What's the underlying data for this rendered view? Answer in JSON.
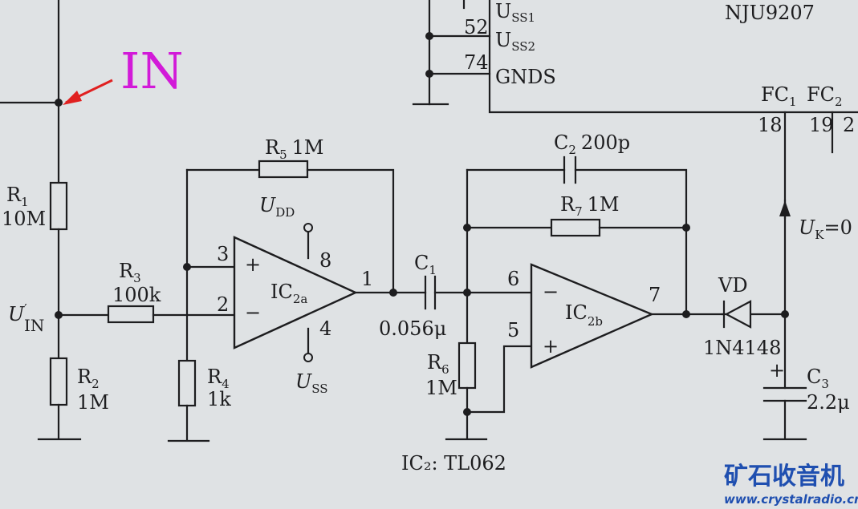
{
  "annotation": {
    "label": "IN",
    "color": "#d21ad8",
    "arrow_color": "#e02020"
  },
  "chip": {
    "name": "NJU9207",
    "pins": [
      {
        "num": "",
        "label": "U",
        "sub": "SS1"
      },
      {
        "num": "52",
        "label": "U",
        "sub": "SS2"
      },
      {
        "num": "74",
        "label": "GNDS",
        "sub": ""
      }
    ],
    "fc1": {
      "label": "FC",
      "sub": "1",
      "num": "18"
    },
    "fc2": {
      "label": "FC",
      "sub": "2",
      "num": "19"
    },
    "fc3_num": "2"
  },
  "components": {
    "r1": {
      "name": "R",
      "sub": "1",
      "value": "10M"
    },
    "r2": {
      "name": "R",
      "sub": "2",
      "value": "1M"
    },
    "r3": {
      "name": "R",
      "sub": "3",
      "value": "100k"
    },
    "r4": {
      "name": "R",
      "sub": "4",
      "value": "1k"
    },
    "r5": {
      "name": "R",
      "sub": "5",
      "value": "1M"
    },
    "r6": {
      "name": "R",
      "sub": "6",
      "value": "1M"
    },
    "r7": {
      "name": "R",
      "sub": "7",
      "value": "1M"
    },
    "c1": {
      "name": "C",
      "sub": "1",
      "value": "0.056μ"
    },
    "c2": {
      "name": "C",
      "sub": "2",
      "value": "200p"
    },
    "c3": {
      "name": "C",
      "sub": "3",
      "value": "2.2μ"
    },
    "vd": {
      "name": "VD",
      "value": "1N4148"
    }
  },
  "ic2a": {
    "name": "IC",
    "sub": "2a",
    "pins": {
      "plus": "3",
      "minus": "2",
      "out": "1",
      "vdd": "8",
      "vss": "4"
    }
  },
  "ic2b": {
    "name": "IC",
    "sub": "2b",
    "pins": {
      "minus": "6",
      "plus": "5",
      "out": "7"
    }
  },
  "signals": {
    "udd": {
      "label": "U",
      "sub": "DD"
    },
    "uss": {
      "label": "U",
      "sub": "SS"
    },
    "uin": {
      "label": "U",
      "prime": "′",
      "sub": "IN"
    },
    "uk": {
      "label": "U",
      "sub": "K",
      "suffix": "=0"
    }
  },
  "caption": "IC₂: TL062",
  "watermark": {
    "brand": "矿石收音机",
    "url": "www.crystalradio.cn"
  }
}
